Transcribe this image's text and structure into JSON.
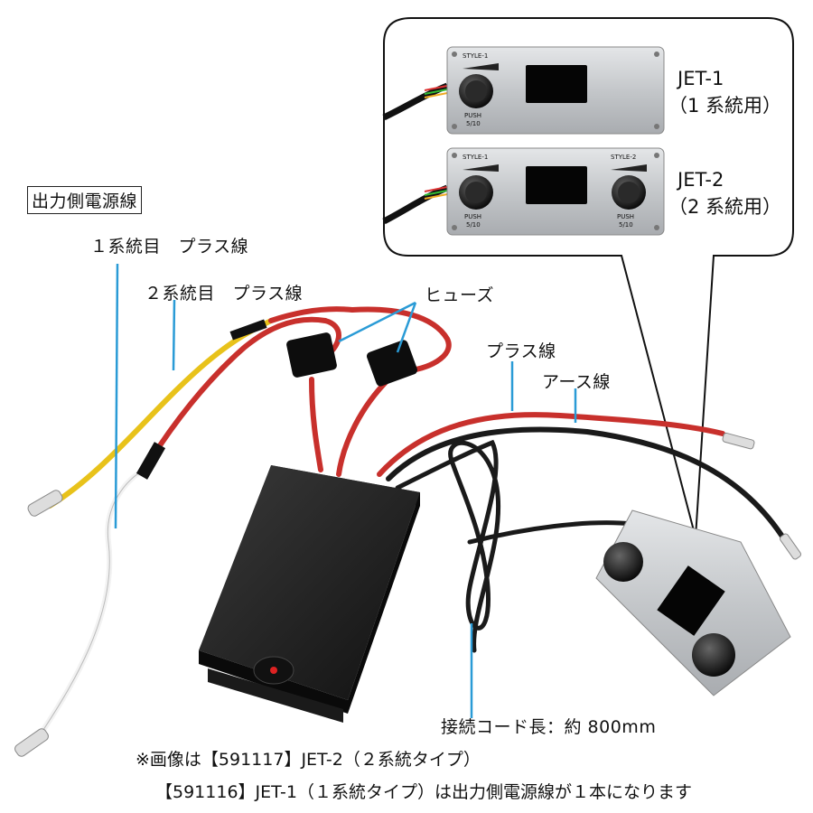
{
  "labels": {
    "output_power_line": "出力側電源線",
    "system1_plus": "１系統目　プラス線",
    "system2_plus": "２系統目　プラス線",
    "fuse": "ヒューズ",
    "plus_line": "プラス線",
    "earth_line": "アース線",
    "cord_length": "接続コード長：約 800mm"
  },
  "callout": {
    "jet1_name": "JET-1",
    "jet1_sub": "（1 系統用）",
    "jet2_name": "JET-2",
    "jet2_sub": "（2 系統用）",
    "panel_style1": "STYLE-1",
    "panel_style2": "STYLE-2",
    "panel_push": "PUSH",
    "panel_ratio": "5/10"
  },
  "notes": {
    "line1": "※画像は【591117】JET-2（２系統タイプ）",
    "line2": "【591116】JET-1（１系統タイプ）は出力側電源線が１本になります"
  },
  "colors": {
    "wire_red": "#c8302c",
    "wire_yellow": "#e8c21a",
    "wire_black": "#1a1a1a",
    "leader_blue": "#2a9bd6",
    "panel_silver": "#c9cbce"
  }
}
